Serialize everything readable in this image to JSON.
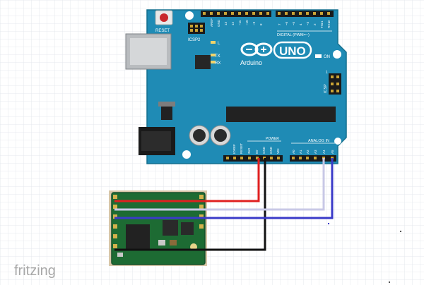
{
  "canvas": {
    "background": "#ffffff",
    "grid_color": "#dfe4ea"
  },
  "board": {
    "name": "Arduino",
    "model": "UNO",
    "color": "#1f8bb5",
    "reset_label": "RESET",
    "icsp2_label": "ICSP2",
    "icsp_label": "ICSP",
    "digital_label": "DIGITAL (PWM=~)",
    "analog_label": "ANALOG IN",
    "power_label": "POWER",
    "on_label": "ON",
    "l_label": "L",
    "tx_label": "TX",
    "rx_label": "RX",
    "aref_label": "AREF",
    "gnd_label": "GND",
    "top_pin_labels": [
      "13",
      "12",
      "~11",
      "~10",
      "~9",
      "8"
    ],
    "top_pin_labels_2": [
      "7",
      "~6",
      "~5",
      "4",
      "~3",
      "2",
      "TX▸1",
      "RX◂0"
    ],
    "power_pin_labels": [
      "IOREF",
      "RESET",
      "3V3",
      "5V",
      "GND",
      "GND",
      "VIN"
    ],
    "analog_pin_labels": [
      "A0",
      "A1",
      "A2",
      "A3",
      "A4",
      "A5"
    ],
    "icsp_pin_number": "1"
  },
  "module": {
    "color": "#1d6b33"
  },
  "wires": [
    {
      "name": "wire-5v",
      "color": "#e02020"
    },
    {
      "name": "wire-gnd",
      "color": "#111111"
    },
    {
      "name": "wire-a4",
      "color": "#c8c8e6"
    },
    {
      "name": "wire-a5",
      "color": "#3a3ac8"
    }
  ],
  "watermark": {
    "text": "fritzing"
  }
}
